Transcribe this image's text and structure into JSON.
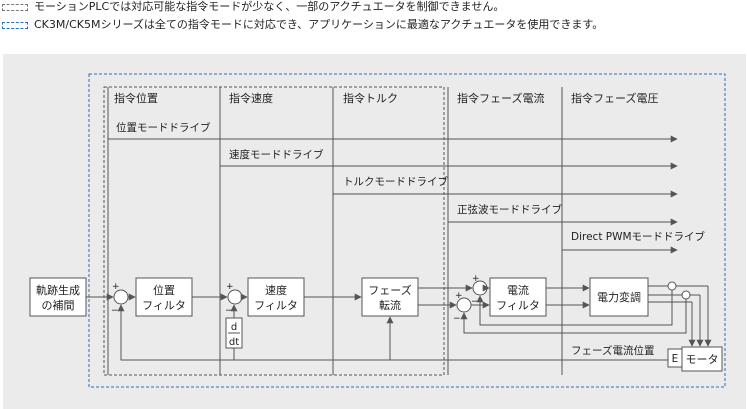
{
  "legend": {
    "gray_text": "モーションPLCでは対応可能な指令モードが少なく、一部のアクチュエータを制御できません。",
    "blue_text": "CK3M/CK5Mシリーズは全ての指令モードに対応でき、アプリケーションに最適なアクチュエータを使用できます。"
  },
  "columns": {
    "position": "指令位置",
    "velocity": "指令速度",
    "torque": "指令トルク",
    "phase_current": "指令フェーズ電流",
    "phase_voltage": "指令フェーズ電圧"
  },
  "modes": {
    "position": "位置モードドライブ",
    "velocity": "速度モードドライブ",
    "torque": "トルクモードドライブ",
    "sine": "正弦波モードドライブ",
    "pwm": "Direct PWMモードドライブ"
  },
  "blocks": {
    "trajectory": [
      "軌跡生成",
      "の補間"
    ],
    "position_filter": [
      "位置",
      "フィルタ"
    ],
    "velocity_filter": [
      "速度",
      "フィルタ"
    ],
    "phase_commutation": [
      "フェーズ",
      "転流"
    ],
    "current_filter": [
      "電流",
      "フィルタ"
    ],
    "power_conversion": "電力変調",
    "derivative_num": "d",
    "derivative_den": "dt",
    "encoder": "E",
    "motor": "モータ"
  },
  "feedback_label": "フェーズ電流位置",
  "signs": {
    "plus": "+",
    "minus": "−"
  },
  "colors": {
    "line": "#555555",
    "gray_dash": "#555555",
    "blue_dash": "#2a6fb8",
    "panel": "#ebebeb"
  }
}
